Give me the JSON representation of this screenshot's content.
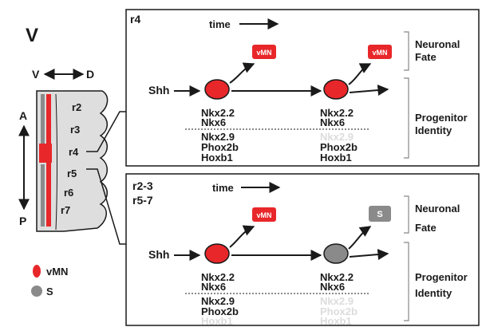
{
  "figure": {
    "panel_letter": "V",
    "axis_vd": {
      "left": "V",
      "right": "D"
    },
    "axis_ap": {
      "top": "A",
      "bottom": "P"
    },
    "rhombomeres": [
      "r2",
      "r3",
      "r4",
      "r5",
      "r6",
      "r7"
    ],
    "legend": [
      {
        "label": "vMN",
        "color": "#e8272a",
        "shape": "oval"
      },
      {
        "label": "S",
        "color": "#8a8a8a",
        "shape": "oval"
      }
    ]
  },
  "panel_top": {
    "title_lines": [
      "r4"
    ],
    "time_label": "time",
    "signal": "Shh",
    "fate_box_1": "vMN",
    "fate_box_2": "vMN",
    "cell_1": {
      "color": "#e8272a"
    },
    "cell_2": {
      "color": "#e8272a"
    },
    "cell_1_markers_above": [
      "Nkx2.2",
      "Nkx6"
    ],
    "cell_1_markers_below": [
      "Nkx2.9",
      "Phox2b",
      "Hoxb1"
    ],
    "cell_2_markers_above": [
      "Nkx2.2",
      "Nkx6"
    ],
    "cell_2_markers_below": [
      {
        "text": "Nkx2.9",
        "faded": true
      },
      {
        "text": "Phox2b",
        "faded": false
      },
      {
        "text": "Hoxb1",
        "faded": false
      }
    ],
    "side_labels": {
      "fate": [
        "Neuronal",
        "Fate"
      ],
      "identity": [
        "Progenitor",
        "Identity"
      ]
    }
  },
  "panel_bottom": {
    "title_lines": [
      "r2-3",
      "r5-7"
    ],
    "time_label": "time",
    "signal": "Shh",
    "fate_box_1": "vMN",
    "fate_box_2": "S",
    "cell_1": {
      "color": "#e8272a"
    },
    "cell_2": {
      "color": "#8a8a8a"
    },
    "cell_1_markers_above": [
      "Nkx2.2",
      "Nkx6"
    ],
    "cell_1_markers_below": [
      {
        "text": "Nkx2.9",
        "faded": false
      },
      {
        "text": "Phox2b",
        "faded": false
      },
      {
        "text": "Hoxb1",
        "faded": true
      }
    ],
    "cell_2_markers_above": [
      "Nkx2.2",
      "Nkx6"
    ],
    "cell_2_markers_below": [
      {
        "text": "Nkx2.9",
        "faded": true
      },
      {
        "text": "Phox2b",
        "faded": true
      },
      {
        "text": "Hoxb1",
        "faded": true
      }
    ],
    "side_labels": {
      "fate": [
        "Neuronal",
        "Fate"
      ],
      "identity": [
        "Progenitor",
        "Identity"
      ]
    }
  }
}
